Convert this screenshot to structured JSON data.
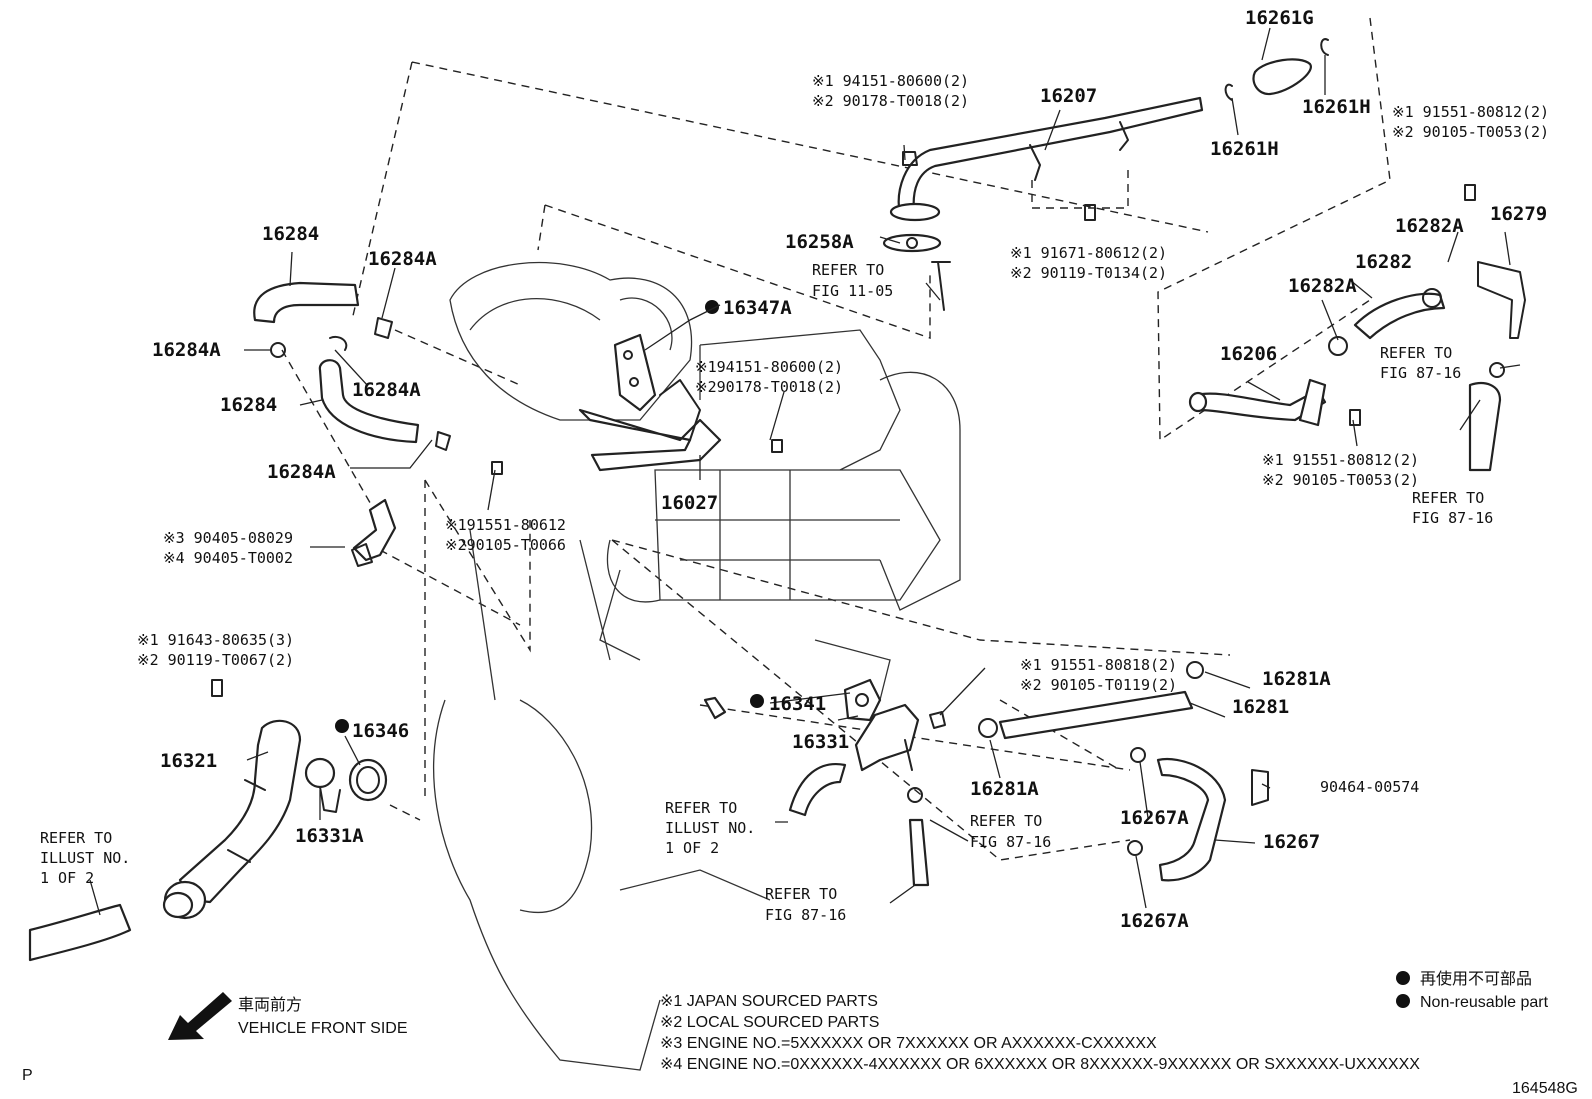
{
  "labels": {
    "p16261G": "16261G",
    "p16261H_a": "16261H",
    "p16261H_b": "16261H",
    "p16207": "16207",
    "p16258A": "16258A",
    "p16284_a": "16284",
    "p16284A_a": "16284A",
    "p16284A_b": "16284A",
    "p16284A_c": "16284A",
    "p16284_b": "16284",
    "p16284A_d": "16284A",
    "p16347A": "16347A",
    "p16027": "16027",
    "p16282A_a": "16282A",
    "p16279": "16279",
    "p16282": "16282",
    "p16282A_b": "16282A",
    "p16206": "16206",
    "p16321": "16321",
    "p16346": "16346",
    "p16331A": "16331A",
    "p16341": "16341",
    "p16331": "16331",
    "p16281A_a": "16281A",
    "p16281": "16281",
    "p16281A_b": "16281A",
    "p16267A_a": "16267A",
    "p16267": "16267",
    "p16267A_b": "16267A",
    "p90464": "90464-00574"
  },
  "notes": {
    "n1a": "※1 94151-80600(2)",
    "n1b": "※2 90178-T0018(2)",
    "n2a": "※1 91551-80812(2)",
    "n2b": "※2 90105-T0053(2)",
    "n3a": "※1 91671-80612(2)",
    "n3b": "※2 90119-T0134(2)",
    "n4a": "REFER TO",
    "n4b": "FIG 11-05",
    "n5a": "※194151-80600(2)",
    "n5b": "※290178-T0018(2)",
    "n6a": "REFER TO",
    "n6b": "FIG 87-16",
    "n7a": "※1 91551-80812(2)",
    "n7b": "※2 90105-T0053(2)",
    "n8a": "REFER TO",
    "n8b": "FIG 87-16",
    "n9a": "※191551-80612",
    "n9b": "※290105-T0066",
    "n10a": "※3 90405-08029",
    "n10b": "※4 90405-T0002",
    "n11a": "※1 91643-80635(3)",
    "n11b": "※2 90119-T0067(2)",
    "n12a": "※1 91551-80818(2)",
    "n12b": "※2 90105-T0119(2)",
    "n13a": "REFER TO",
    "n13b": "ILLUST NO.",
    "n13c": "1 OF 2",
    "n14a": "REFER TO",
    "n14b": "ILLUST NO.",
    "n14c": "1 OF 2",
    "n15a": "REFER TO",
    "n15b": "FIG 87-16",
    "n16a": "REFER TO",
    "n16b": "FIG 87-16"
  },
  "footnotes": {
    "f1": "※1 JAPAN SOURCED PARTS",
    "f2": "※2 LOCAL SOURCED PARTS",
    "f3": "※3 ENGINE NO.=5XXXXXX OR 7XXXXXX OR AXXXXXX-CXXXXXX",
    "f4": "※4 ENGINE NO.=0XXXXXX-4XXXXXX OR 6XXXXXX OR 8XXXXXX-9XXXXXX OR SXXXXXX-UXXXXXX"
  },
  "direction": {
    "jp": "車両前方",
    "en": "VEHICLE FRONT SIDE"
  },
  "legend": {
    "jp": "再使用不可部品",
    "en": "Non-reusable part"
  },
  "corner": {
    "left": "P",
    "right": "164548G"
  },
  "colors": {
    "ink": "#111111",
    "background": "#ffffff"
  }
}
